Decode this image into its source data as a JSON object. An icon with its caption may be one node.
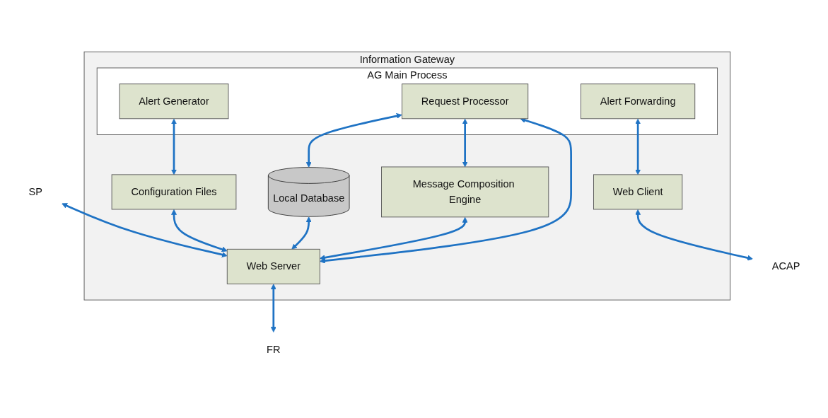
{
  "diagram": {
    "nodes": [
      {
        "text": [
          "Information Gateway"
        ]
      },
      {
        "text": [
          "AG Main Process"
        ],
        "in": 0
      },
      {
        "text": [
          "Request Processor"
        ],
        "in": 1
      },
      {
        "text": [
          "Alert Generator"
        ],
        "in": 1
      },
      {
        "text": [
          "Alert Forwarding"
        ],
        "in": 1
      },
      {
        "text": [
          "Message Composition Engine"
        ],
        "in": 0
      },
      {
        "text": [
          "Local Database"
        ],
        "in": 0
      },
      {
        "text": [
          "Configuration Files"
        ],
        "in": 0
      },
      {
        "text": [
          "Web Client"
        ],
        "in": 0
      },
      {
        "text": [
          "Web Server"
        ],
        "in": 0
      },
      {
        "text": [
          "SP"
        ]
      },
      {
        "text": [
          "ACAP"
        ]
      },
      {
        "text": [
          "FR"
        ]
      }
    ],
    "edges": [
      {
        "from": 2,
        "to": 9,
        "arrow": "both"
      },
      {
        "from": 2,
        "to": 5,
        "arrow": "both"
      },
      {
        "from": 2,
        "to": 6,
        "arrow": "both"
      },
      {
        "from": 3,
        "to": 7,
        "arrow": "both"
      },
      {
        "from": 4,
        "to": 8,
        "arrow": "both"
      },
      {
        "from": 5,
        "to": 9,
        "arrow": "both"
      },
      {
        "from": 6,
        "to": 9,
        "arrow": "both"
      },
      {
        "from": 7,
        "to": 9,
        "arrow": "both"
      },
      {
        "from": 8,
        "to": 11,
        "arrow": "both"
      },
      {
        "from": 10,
        "to": 9,
        "arrow": "both"
      },
      {
        "from": 9,
        "to": 12,
        "arrow": "both"
      }
    ]
  }
}
